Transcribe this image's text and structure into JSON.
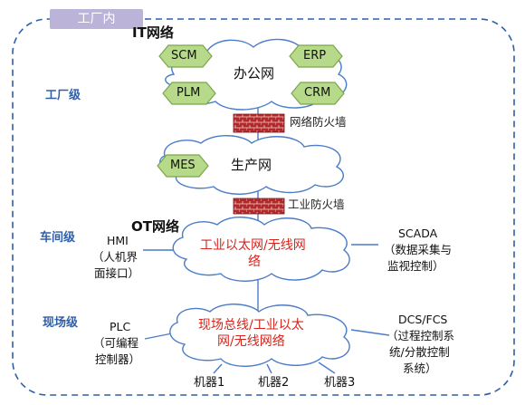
{
  "zone_label": "工厂内",
  "levels": {
    "factory": "工厂级",
    "workshop": "车间级",
    "field": "现场级"
  },
  "it_network": {
    "title": "IT网络",
    "cloud_label": "办公网",
    "systems": [
      "SCM",
      "ERP",
      "PLM",
      "CRM"
    ],
    "firewall_label": "网络防火墙"
  },
  "production_network": {
    "cloud_label": "生产网",
    "system": "MES",
    "firewall_label": "工业防火墙"
  },
  "ot_network": {
    "title": "OT网络",
    "cloud_lines": [
      "工业以太网/无线网",
      "络"
    ],
    "left_lines": [
      "HMI",
      "（人机界",
      "面接口）"
    ],
    "right_lines": [
      "SCADA",
      "（数据采集与",
      "监视控制）"
    ]
  },
  "field": {
    "cloud_lines": [
      "现场总线/工业以太",
      "网/无线网络"
    ],
    "left_lines": [
      "PLC",
      "（可编程",
      "控制器）"
    ],
    "right_lines": [
      "DCS/FCS",
      "（过程控制系",
      "统/分散控制",
      "系统）"
    ],
    "machines": [
      "机器1",
      "机器2",
      "机器3"
    ]
  },
  "colors": {
    "border_dash": "#2f5fa8",
    "cloud_stroke": "#4a7cc7",
    "hex_fill": "#b6d98a",
    "hex_stroke": "#7aa64c",
    "firewall": "#b5282a",
    "red_text": "#d9241c",
    "tab": "#bcb4d8"
  }
}
